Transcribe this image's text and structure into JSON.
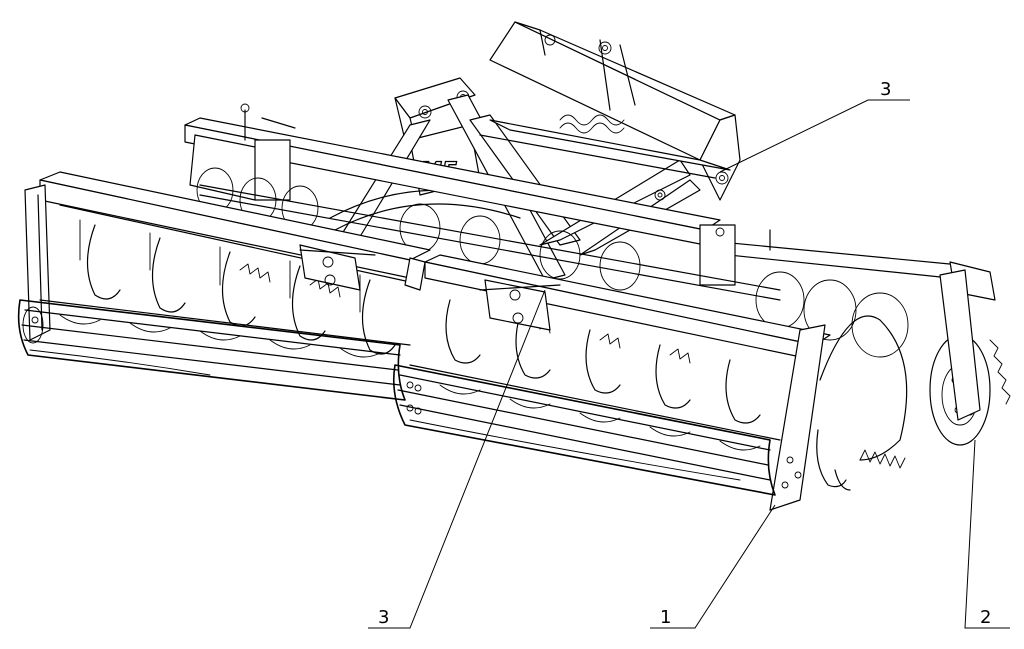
{
  "figure": {
    "logo_text": "MF",
    "callouts": [
      {
        "id": "upper-3",
        "label": "3"
      },
      {
        "id": "lower-3",
        "label": "3"
      },
      {
        "id": "part-1",
        "label": "1"
      },
      {
        "id": "part-2",
        "label": "2"
      }
    ]
  },
  "colors": {
    "line": "#000000",
    "background": "#ffffff"
  }
}
